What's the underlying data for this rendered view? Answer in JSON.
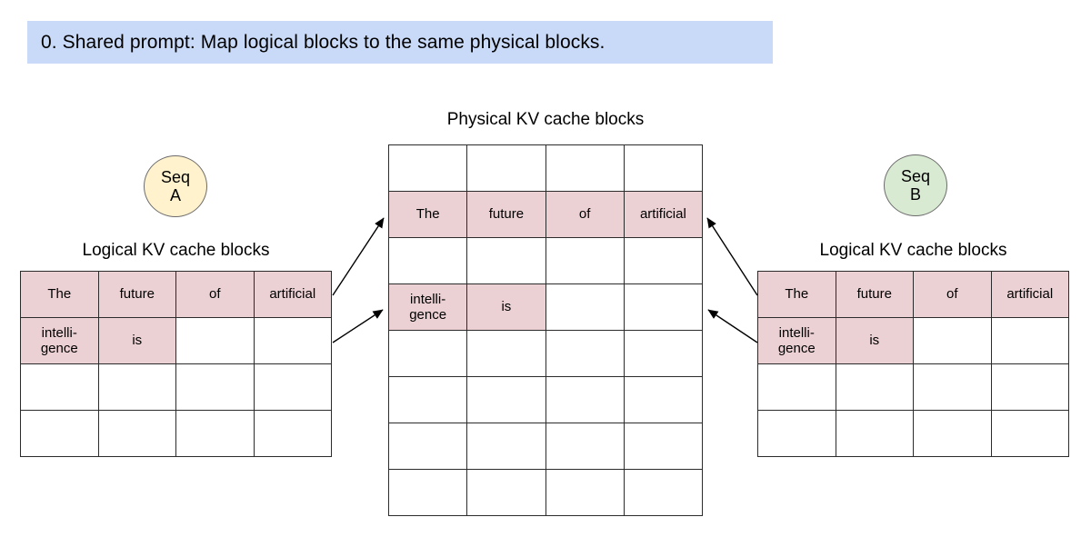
{
  "banner": {
    "text": "0. Shared prompt: Map logical blocks to the same physical blocks."
  },
  "colors": {
    "banner_bg": "#c9daf8",
    "cell_fill": "#ecd1d4",
    "seq_a_fill": "#fff2cc",
    "seq_b_fill": "#d9ead3",
    "table_border": "#2b2b2b",
    "arrow": "#000000"
  },
  "seq_a": {
    "line1": "Seq",
    "line2": "A"
  },
  "seq_b": {
    "line1": "Seq",
    "line2": "B"
  },
  "physical_table": {
    "title": "Physical KV cache blocks",
    "rows": [
      [
        {
          "text": "",
          "filled": false
        },
        {
          "text": "",
          "filled": false
        },
        {
          "text": "",
          "filled": false
        },
        {
          "text": "",
          "filled": false
        }
      ],
      [
        {
          "text": "The",
          "filled": true
        },
        {
          "text": "future",
          "filled": true
        },
        {
          "text": "of",
          "filled": true
        },
        {
          "text": "artificial",
          "filled": true
        }
      ],
      [
        {
          "text": "",
          "filled": false
        },
        {
          "text": "",
          "filled": false
        },
        {
          "text": "",
          "filled": false
        },
        {
          "text": "",
          "filled": false
        }
      ],
      [
        {
          "text": "intelli-\ngence",
          "filled": true
        },
        {
          "text": "is",
          "filled": true
        },
        {
          "text": "",
          "filled": false
        },
        {
          "text": "",
          "filled": false
        }
      ],
      [
        {
          "text": "",
          "filled": false
        },
        {
          "text": "",
          "filled": false
        },
        {
          "text": "",
          "filled": false
        },
        {
          "text": "",
          "filled": false
        }
      ],
      [
        {
          "text": "",
          "filled": false
        },
        {
          "text": "",
          "filled": false
        },
        {
          "text": "",
          "filled": false
        },
        {
          "text": "",
          "filled": false
        }
      ],
      [
        {
          "text": "",
          "filled": false
        },
        {
          "text": "",
          "filled": false
        },
        {
          "text": "",
          "filled": false
        },
        {
          "text": "",
          "filled": false
        }
      ],
      [
        {
          "text": "",
          "filled": false
        },
        {
          "text": "",
          "filled": false
        },
        {
          "text": "",
          "filled": false
        },
        {
          "text": "",
          "filled": false
        }
      ]
    ]
  },
  "left_table": {
    "title": "Logical KV cache blocks",
    "rows": [
      [
        {
          "text": "The",
          "filled": true
        },
        {
          "text": "future",
          "filled": true
        },
        {
          "text": "of",
          "filled": true
        },
        {
          "text": "artificial",
          "filled": true
        }
      ],
      [
        {
          "text": "intelli-\ngence",
          "filled": true
        },
        {
          "text": "is",
          "filled": true
        },
        {
          "text": "",
          "filled": false
        },
        {
          "text": "",
          "filled": false
        }
      ],
      [
        {
          "text": "",
          "filled": false
        },
        {
          "text": "",
          "filled": false
        },
        {
          "text": "",
          "filled": false
        },
        {
          "text": "",
          "filled": false
        }
      ],
      [
        {
          "text": "",
          "filled": false
        },
        {
          "text": "",
          "filled": false
        },
        {
          "text": "",
          "filled": false
        },
        {
          "text": "",
          "filled": false
        }
      ]
    ]
  },
  "right_table": {
    "title": "Logical KV cache blocks",
    "rows": [
      [
        {
          "text": "The",
          "filled": true
        },
        {
          "text": "future",
          "filled": true
        },
        {
          "text": "of",
          "filled": true
        },
        {
          "text": "artificial",
          "filled": true
        }
      ],
      [
        {
          "text": "intelli-\ngence",
          "filled": true
        },
        {
          "text": "is",
          "filled": true
        },
        {
          "text": "",
          "filled": false
        },
        {
          "text": "",
          "filled": false
        }
      ],
      [
        {
          "text": "",
          "filled": false
        },
        {
          "text": "",
          "filled": false
        },
        {
          "text": "",
          "filled": false
        },
        {
          "text": "",
          "filled": false
        }
      ],
      [
        {
          "text": "",
          "filled": false
        },
        {
          "text": "",
          "filled": false
        },
        {
          "text": "",
          "filled": false
        },
        {
          "text": "",
          "filled": false
        }
      ]
    ]
  }
}
